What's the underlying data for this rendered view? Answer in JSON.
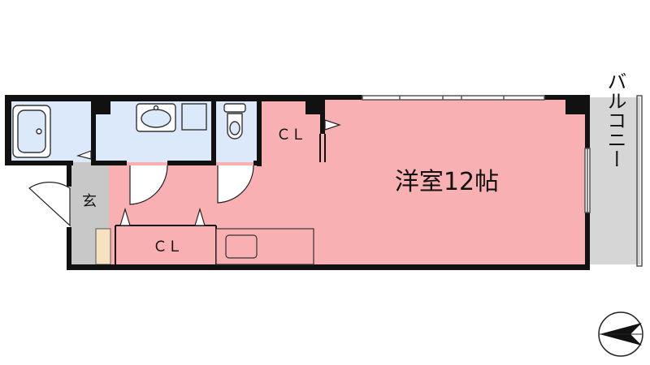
{
  "rooms": {
    "main_room": "洋室12帖",
    "closet_upper": "ＣＬ",
    "closet_lower": "ＣＬ",
    "entrance": "玄",
    "balcony": "バルコニー"
  },
  "colors": {
    "living": "#f9b0b3",
    "wet_area": "#dce9fb",
    "entrance": "#c8c8c8",
    "balcony": "#d6d6d6",
    "shoe_box": "#f5e3bf",
    "wall": "#111111"
  },
  "icons": {
    "bathtub": "bathtub-icon",
    "washbasin": "washbasin-icon",
    "toilet": "toilet-icon",
    "compass": "north-arrow-icon"
  }
}
